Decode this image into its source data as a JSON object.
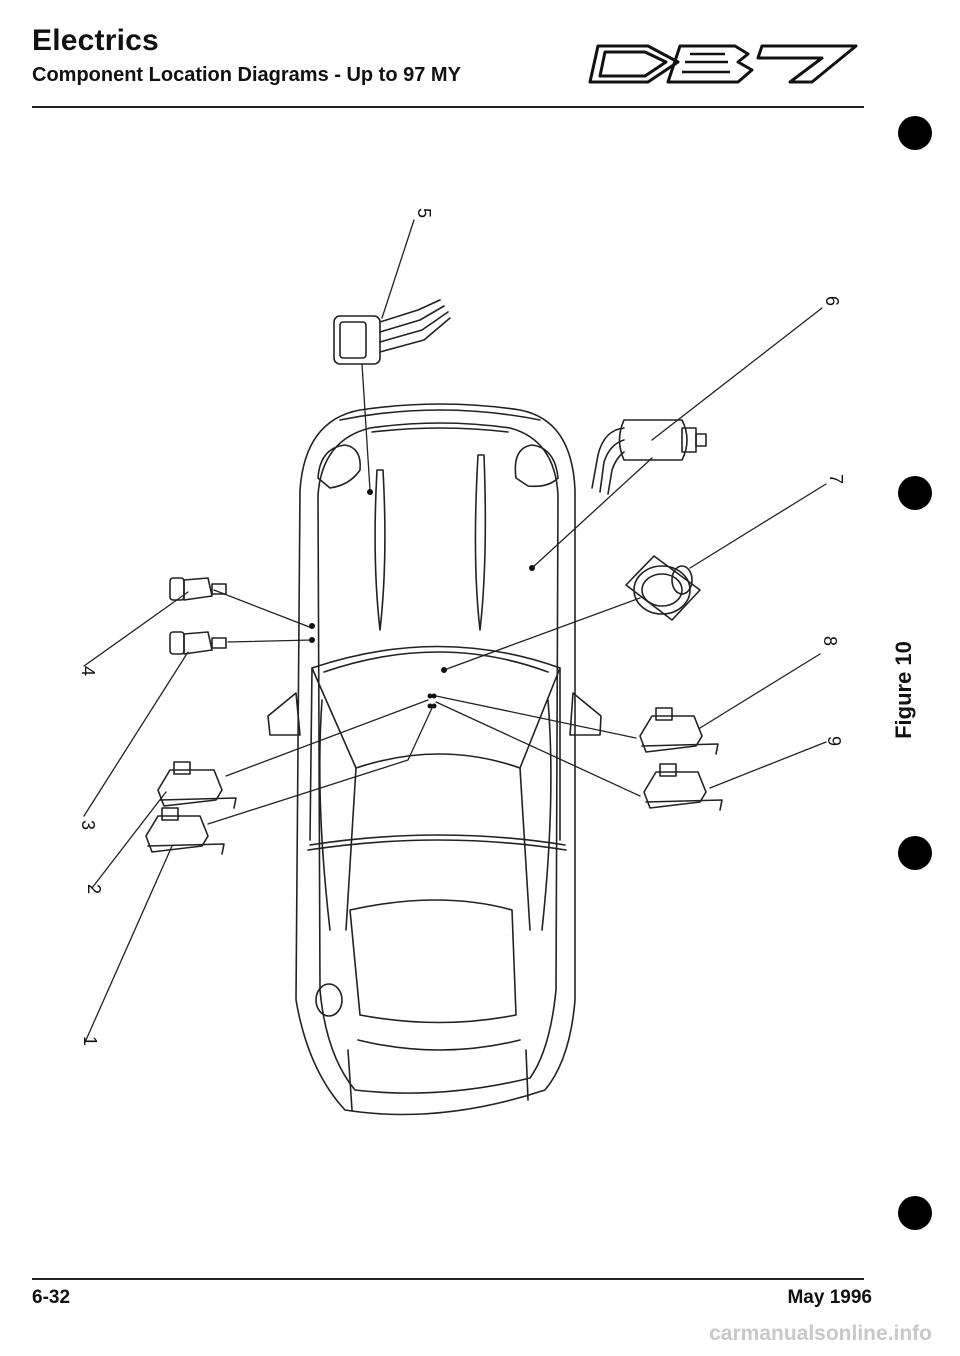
{
  "header": {
    "title": "Electrics",
    "subtitle": "Component Location Diagrams - Up to 97 MY",
    "logo_text": "DB7"
  },
  "figure": {
    "label": "Figure 10",
    "callouts": [
      "1",
      "2",
      "3",
      "4",
      "5",
      "6",
      "7",
      "8",
      "9"
    ]
  },
  "footer": {
    "page_number": "6-32",
    "date": "May 1996"
  },
  "watermark": "carmanualsonline.info"
}
